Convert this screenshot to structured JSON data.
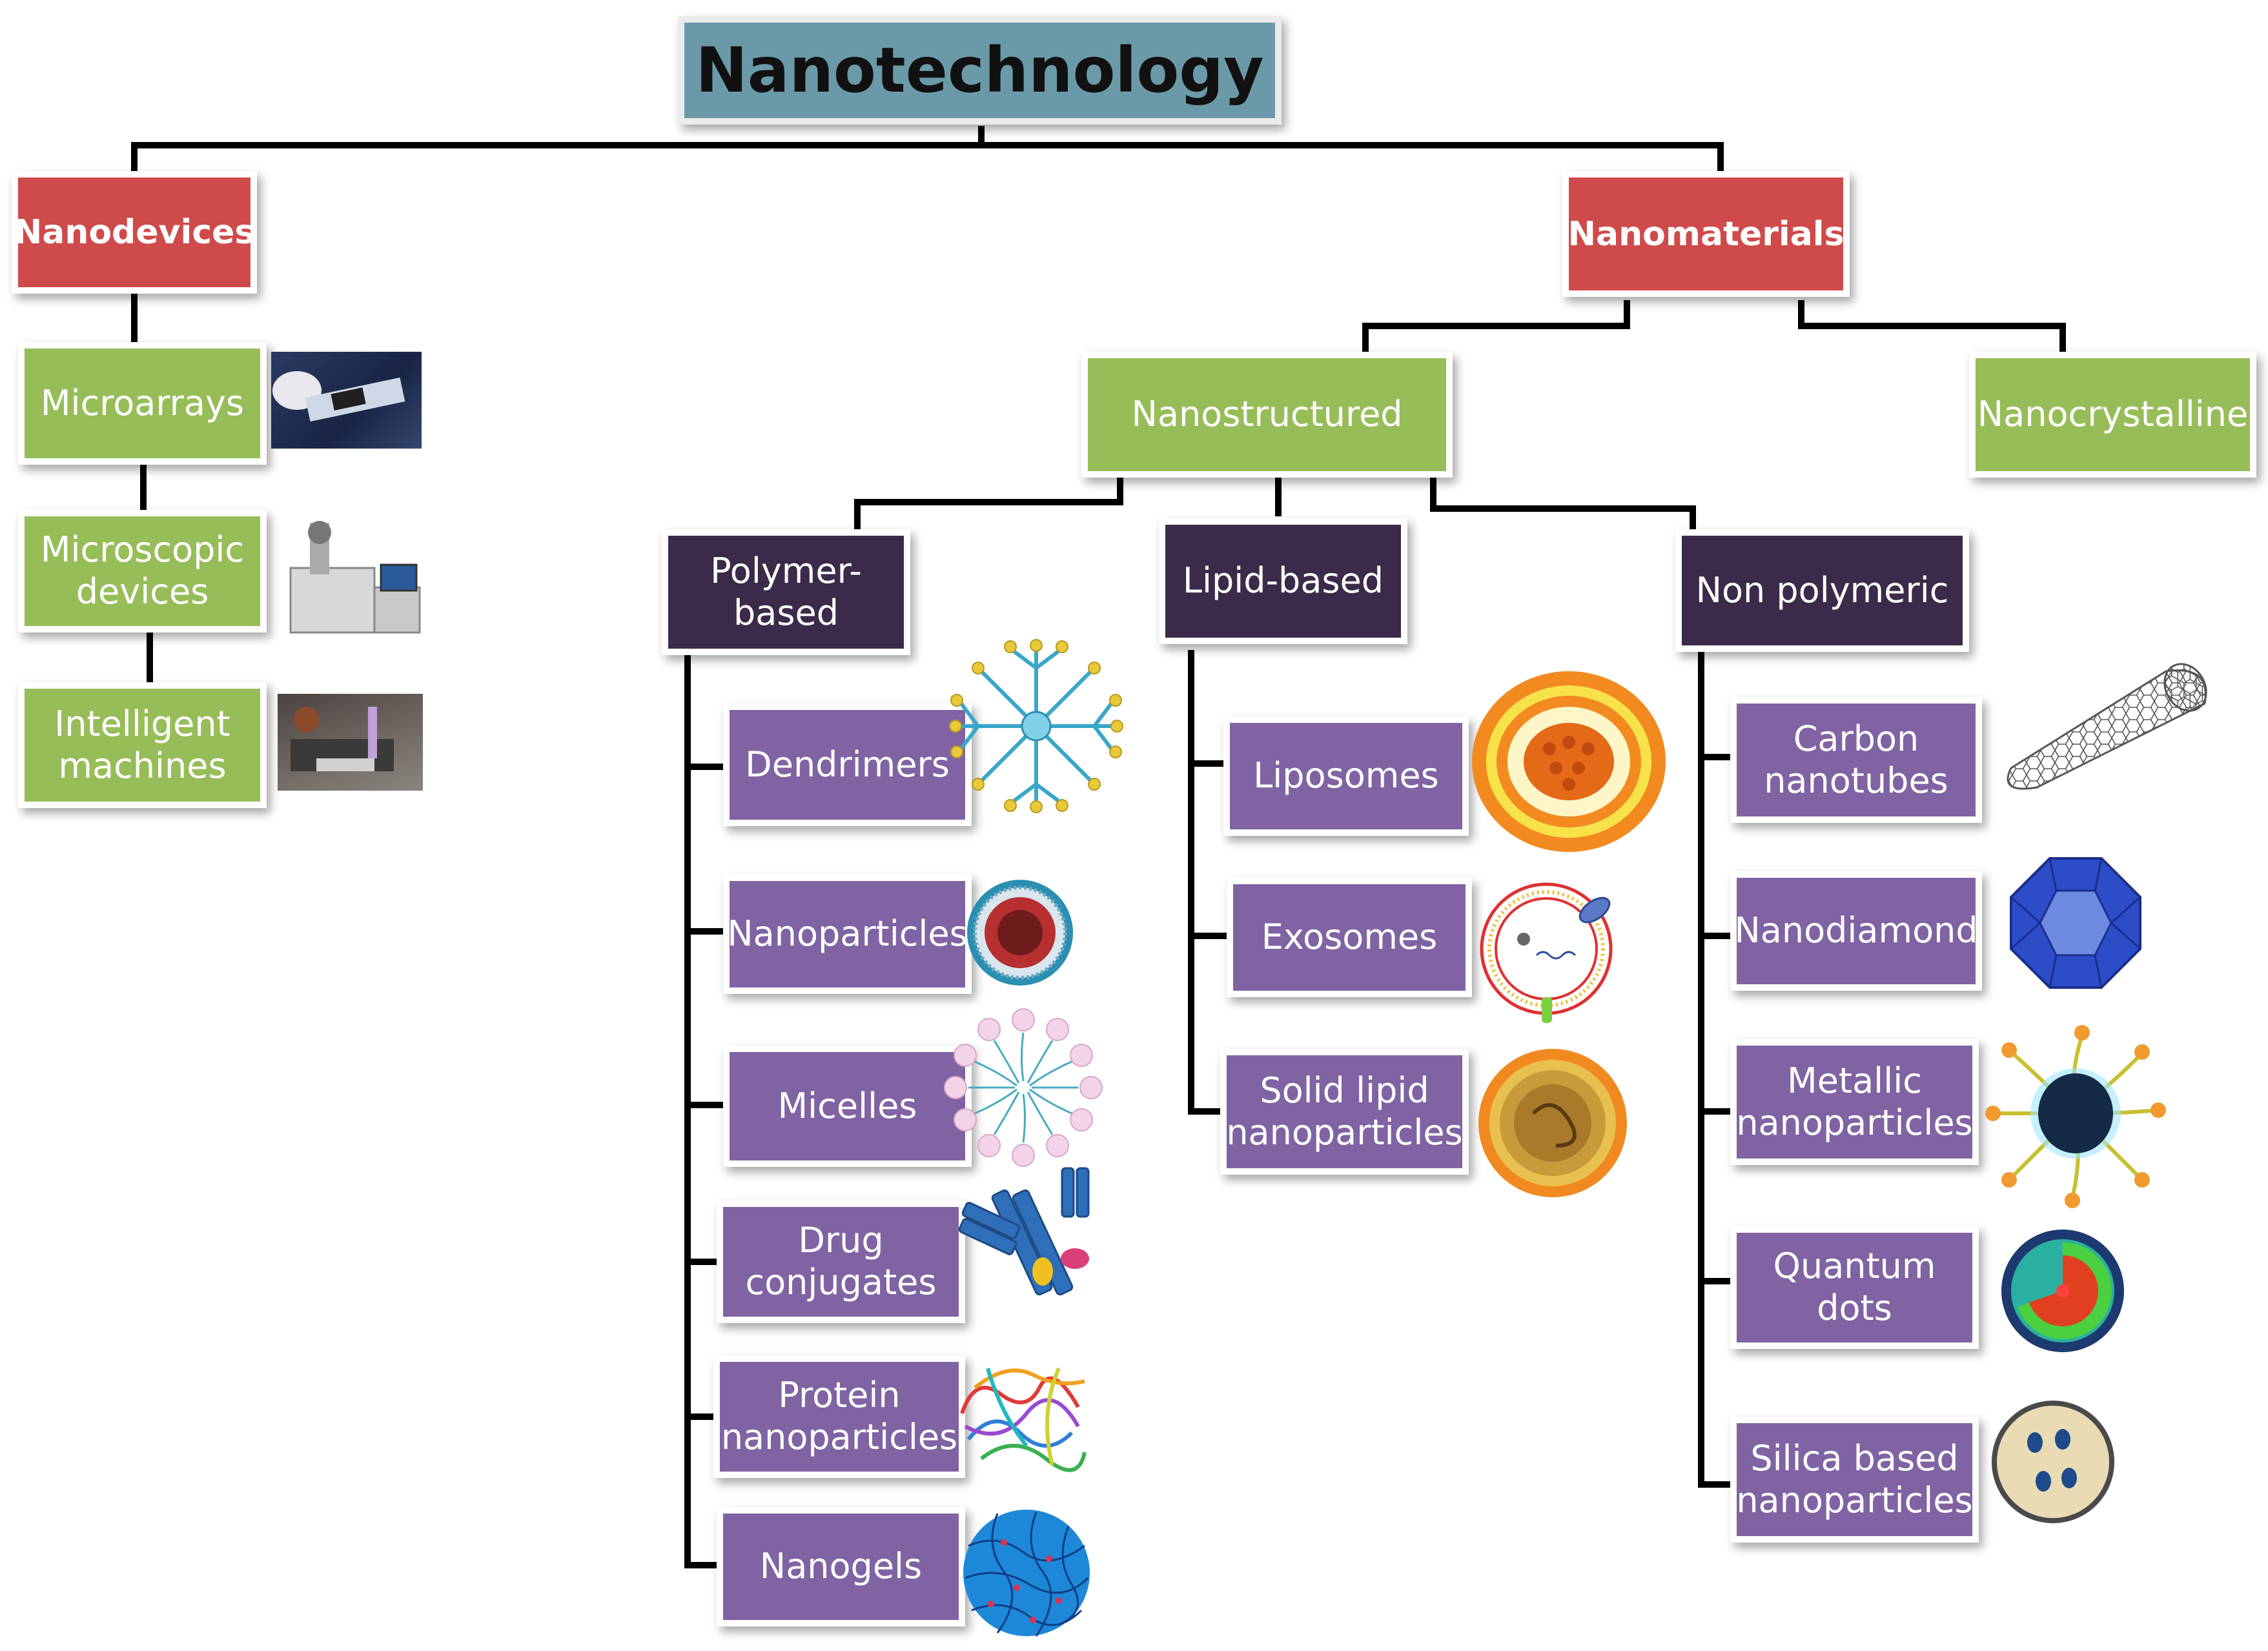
{
  "title": "Nanotechnology",
  "branches": {
    "nanodevices": "Nanodevices",
    "nanomaterials": "Nanomaterials"
  },
  "devices": [
    "Microarrays",
    "Microscopic\ndevices",
    "Intelligent\nmachines"
  ],
  "materials": {
    "nanostructured": "Nanostructured",
    "nanocrystalline": "Nanocrystalline"
  },
  "categories": {
    "polymer": "Polymer-\nbased",
    "lipid": "Lipid-based",
    "nonpolymeric": "Non polymeric"
  },
  "polymer_items": [
    "Dendrimers",
    "Nanoparticles",
    "Micelles",
    "Drug\nconjugates",
    "Protein\nnanoparticles",
    "Nanogels"
  ],
  "lipid_items": [
    "Liposomes",
    "Exosomes",
    "Solid lipid\nnanoparticles"
  ],
  "nonpolymeric_items": [
    "Carbon\nnanotubes",
    "Nanodiamond",
    "Metallic\nnanoparticles",
    "Quantum dots",
    "Silica based\nnanoparticles"
  ],
  "icons": {
    "dendrimer": "dendrimer-icon",
    "nanoparticle": "polymeric-nanoparticle-icon",
    "micelle": "micelle-icon",
    "drug_conjugate": "drug-conjugate-icon",
    "protein": "protein-structure-icon",
    "nanogel": "nanogel-icon",
    "liposome": "liposome-icon",
    "exosome": "exosome-icon",
    "solid_lipid": "solid-lipid-nanoparticle-icon",
    "nanotube": "carbon-nanotube-icon",
    "nanodiamond": "nanodiamond-icon",
    "metallic": "metallic-nanoparticle-icon",
    "quantum_dot": "quantum-dot-icon",
    "silica": "silica-nanoparticle-icon"
  },
  "colors": {
    "title": "#6a9aa8",
    "branch": "#cf4a4a",
    "green": "#97bd59",
    "category": "#3b2a49",
    "item": "#8063a3"
  }
}
